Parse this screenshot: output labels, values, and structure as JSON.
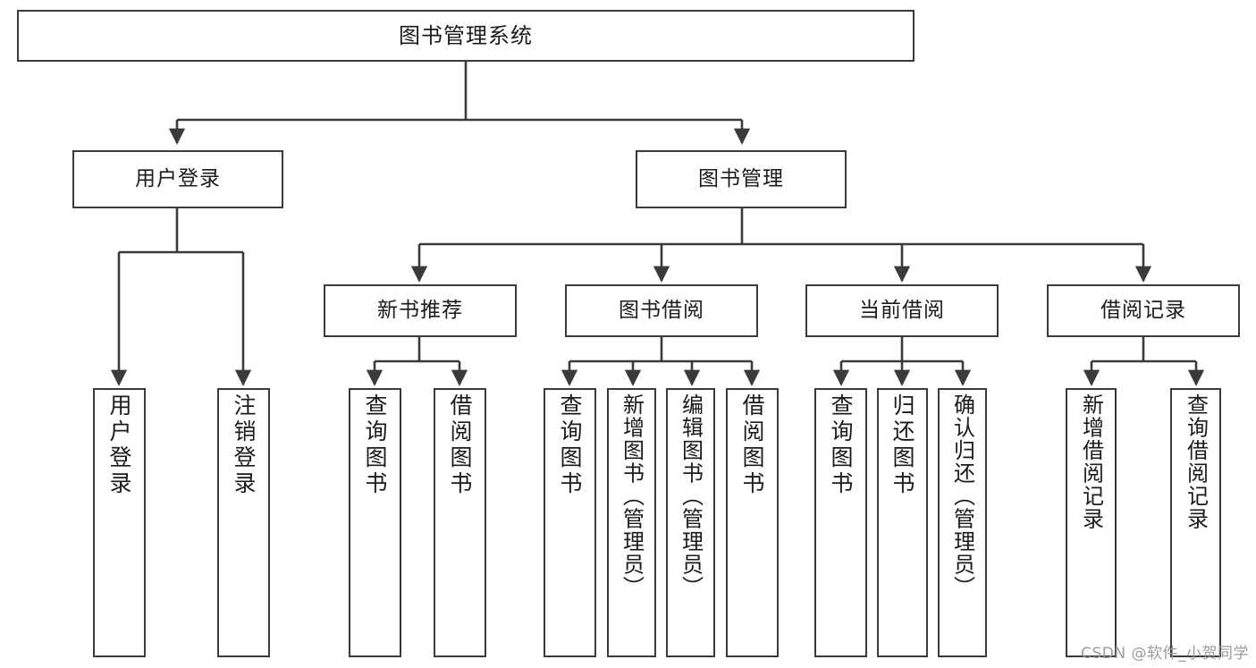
{
  "diagram": {
    "type": "hierarchy-tree",
    "title": "图书管理系统",
    "orientation": "top-down",
    "levels": 4,
    "root": {
      "id": "root",
      "label": "图书管理系统"
    },
    "level2": [
      {
        "id": "user-login",
        "label": "用户登录"
      },
      {
        "id": "book-manage",
        "label": "图书管理"
      }
    ],
    "level3": [
      {
        "id": "new-book-recommend",
        "label": "新书推荐",
        "parent": "book-manage"
      },
      {
        "id": "book-borrow",
        "label": "图书借阅",
        "parent": "book-manage"
      },
      {
        "id": "current-borrow",
        "label": "当前借阅",
        "parent": "book-manage"
      },
      {
        "id": "borrow-record",
        "label": "借阅记录",
        "parent": "book-manage"
      }
    ],
    "leaves": [
      {
        "id": "leaf-user-login",
        "label": "用户登录",
        "parent": "user-login"
      },
      {
        "id": "leaf-logout",
        "label": "注销登录",
        "parent": "user-login"
      },
      {
        "id": "leaf-query-book-rec",
        "label": "查询图书",
        "parent": "new-book-recommend"
      },
      {
        "id": "leaf-borrow-book-rec",
        "label": "借阅图书",
        "parent": "new-book-recommend"
      },
      {
        "id": "leaf-query-book-bor",
        "label": "查询图书",
        "parent": "book-borrow"
      },
      {
        "id": "leaf-add-book",
        "label": "新增图书（管理员）",
        "parent": "book-borrow"
      },
      {
        "id": "leaf-edit-book",
        "label": "编辑图书（管理员）",
        "parent": "book-borrow"
      },
      {
        "id": "leaf-borrow-book",
        "label": "借阅图书",
        "parent": "book-borrow"
      },
      {
        "id": "leaf-query-book-cur",
        "label": "查询图书",
        "parent": "current-borrow"
      },
      {
        "id": "leaf-return-book",
        "label": "归还图书",
        "parent": "current-borrow"
      },
      {
        "id": "leaf-confirm-return",
        "label": "确认归还（管理员）",
        "parent": "current-borrow"
      },
      {
        "id": "leaf-add-record",
        "label": "新增借阅记录",
        "parent": "borrow-record"
      },
      {
        "id": "leaf-query-record",
        "label": "查询借阅记录",
        "parent": "borrow-record"
      }
    ]
  },
  "watermark": {
    "text": "CSDN @软件_小贺同学"
  },
  "colors": {
    "border": "#3a3a3a",
    "background": "#ffffff",
    "text": "#1b1b1b",
    "watermark": "#9b9b9b"
  }
}
